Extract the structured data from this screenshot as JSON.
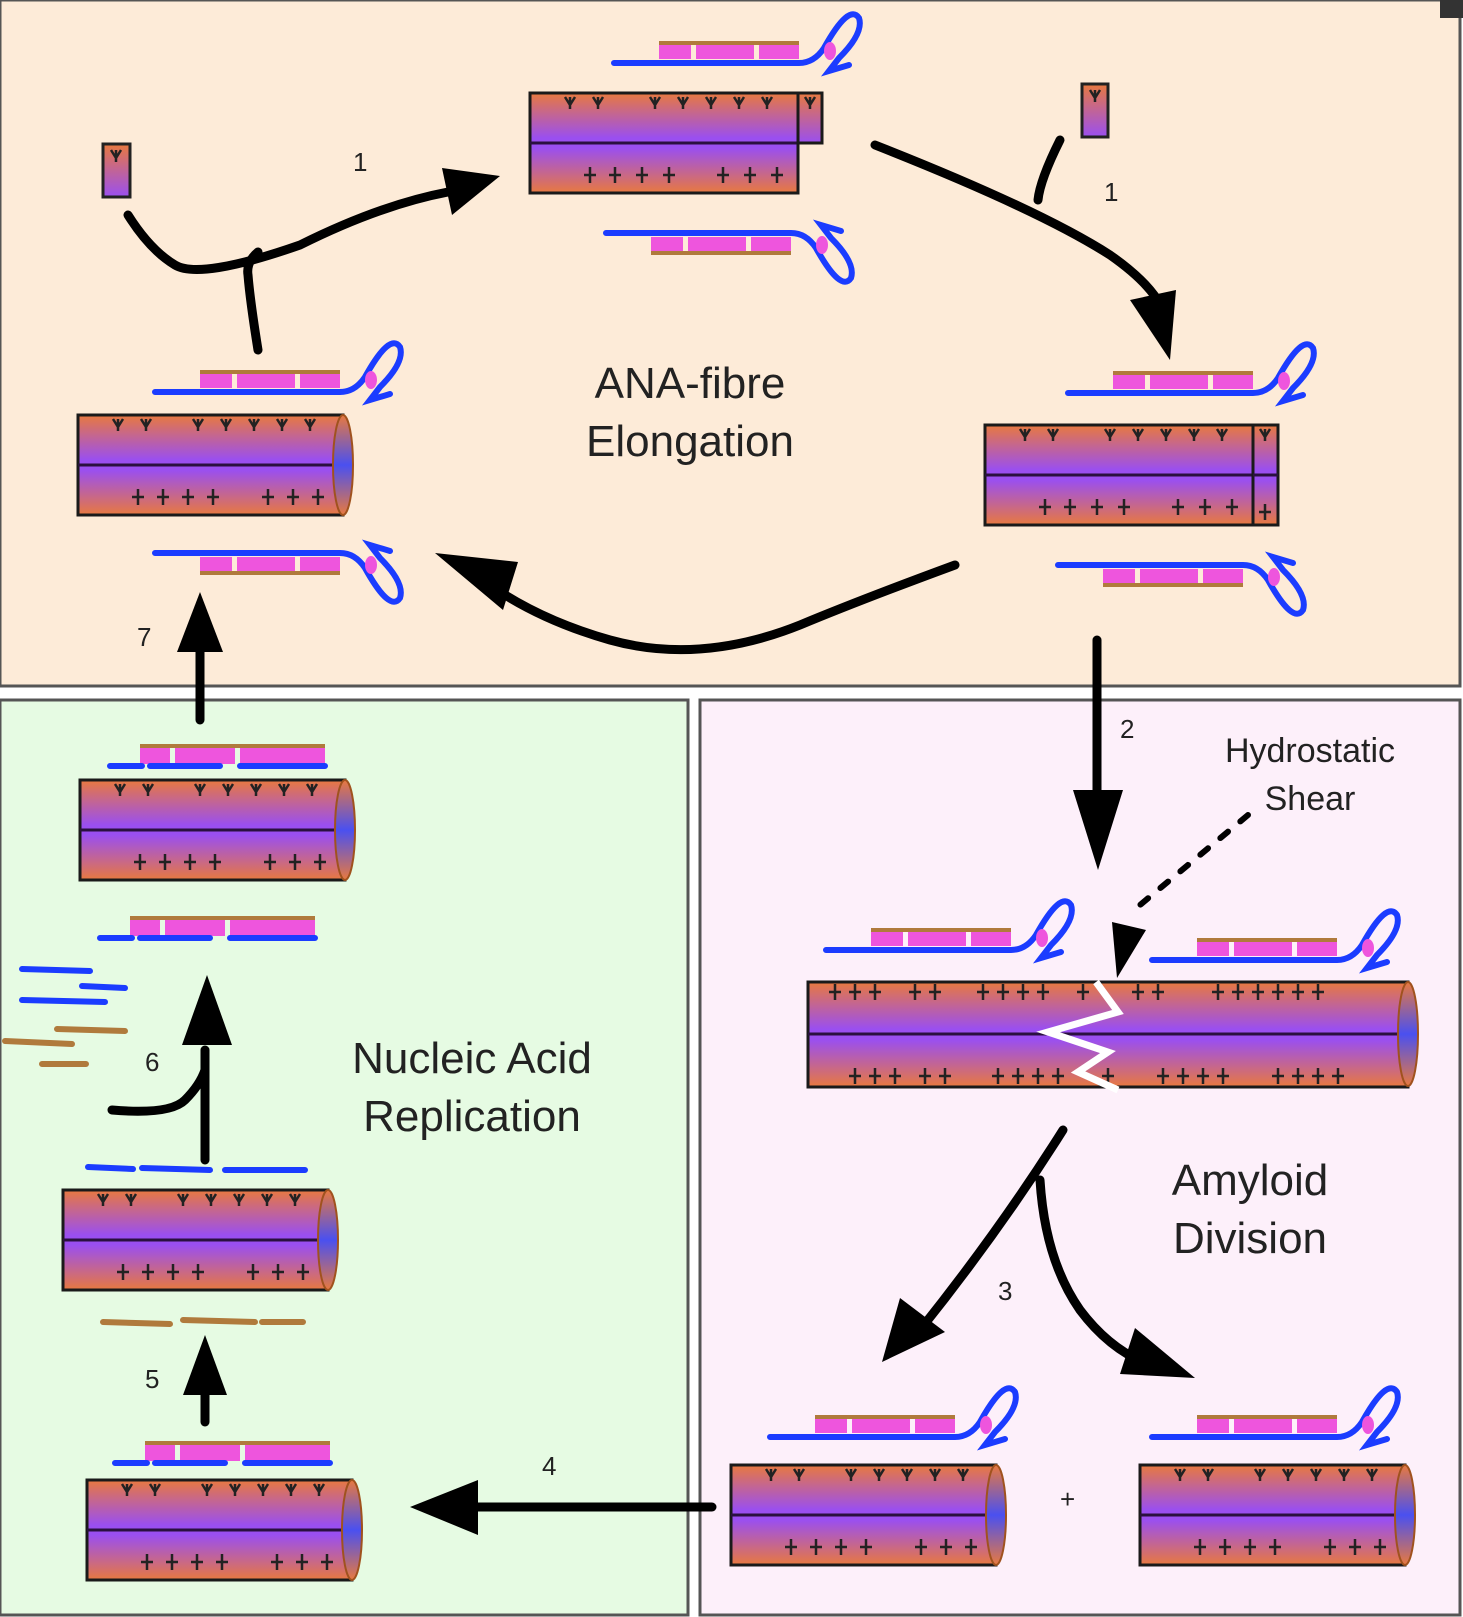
{
  "panels": {
    "elongation": {
      "title_line1": "ANA-fibre",
      "title_line2": "Elongation",
      "background": "#fdebd8"
    },
    "replication": {
      "title_line1": "Nucleic Acid",
      "title_line2": "Replication",
      "background": "#e6fbe3"
    },
    "division": {
      "title_line1": "Amyloid",
      "title_line2": "Division",
      "background": "#fdf0fa"
    }
  },
  "steps": {
    "s1a": "1",
    "s1b": "1",
    "s2": "2",
    "s3": "3",
    "s4": "4",
    "s5": "5",
    "s6": "6",
    "s7": "7"
  },
  "annotations": {
    "shear_line1": "Hydrostatic",
    "shear_line2": "Shear",
    "plus_sign": "+"
  },
  "colors": {
    "fibre_orange": "#e57a45",
    "fibre_purple": "#9450e8",
    "strand_blue": "#1b3cff",
    "strand_brown": "#b07a3c",
    "base_pink": "#ee55dd",
    "arrow": "#000000"
  }
}
